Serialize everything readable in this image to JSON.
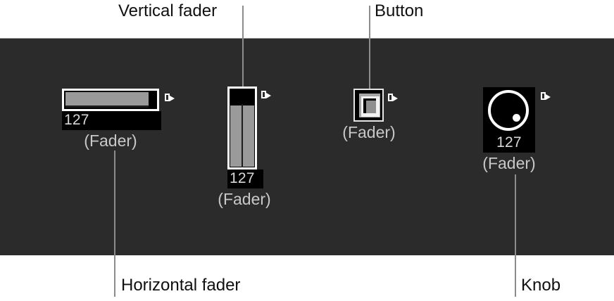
{
  "panel": {
    "background_color": "#2b2b2b",
    "page_background_color": "#ffffff"
  },
  "callouts": [
    {
      "id": "vertical-fader",
      "label": "Vertical fader"
    },
    {
      "id": "button",
      "label": "Button"
    },
    {
      "id": "horizontal-fader",
      "label": "Horizontal fader"
    },
    {
      "id": "knob",
      "label": "Knob"
    }
  ],
  "widgets": {
    "horizontal_fader": {
      "name": "Horizontal fader",
      "value": "127",
      "caption": "(Fader)",
      "fill_percent": 85,
      "port_icon": "output-port-icon"
    },
    "vertical_fader": {
      "name": "Vertical fader",
      "value": "127",
      "caption": "(Fader)",
      "fill_percent": 80,
      "port_icon": "output-port-icon"
    },
    "button": {
      "name": "Button",
      "value": "",
      "caption": "(Fader)",
      "port_icon": "output-port-icon"
    },
    "knob": {
      "name": "Knob",
      "value": "127",
      "caption": "(Fader)",
      "pointer_angle": 135,
      "port_icon": "output-port-icon"
    }
  },
  "colors": {
    "panel": "#2b2b2b",
    "widget_outline": "#ffffff",
    "widget_fill": "#9a9a9a",
    "value_background": "#000000",
    "value_text": "#d8d8d8",
    "caption_text": "#c8c8c8",
    "callout_text": "#101010",
    "leader_line": "#8c8c8c"
  }
}
